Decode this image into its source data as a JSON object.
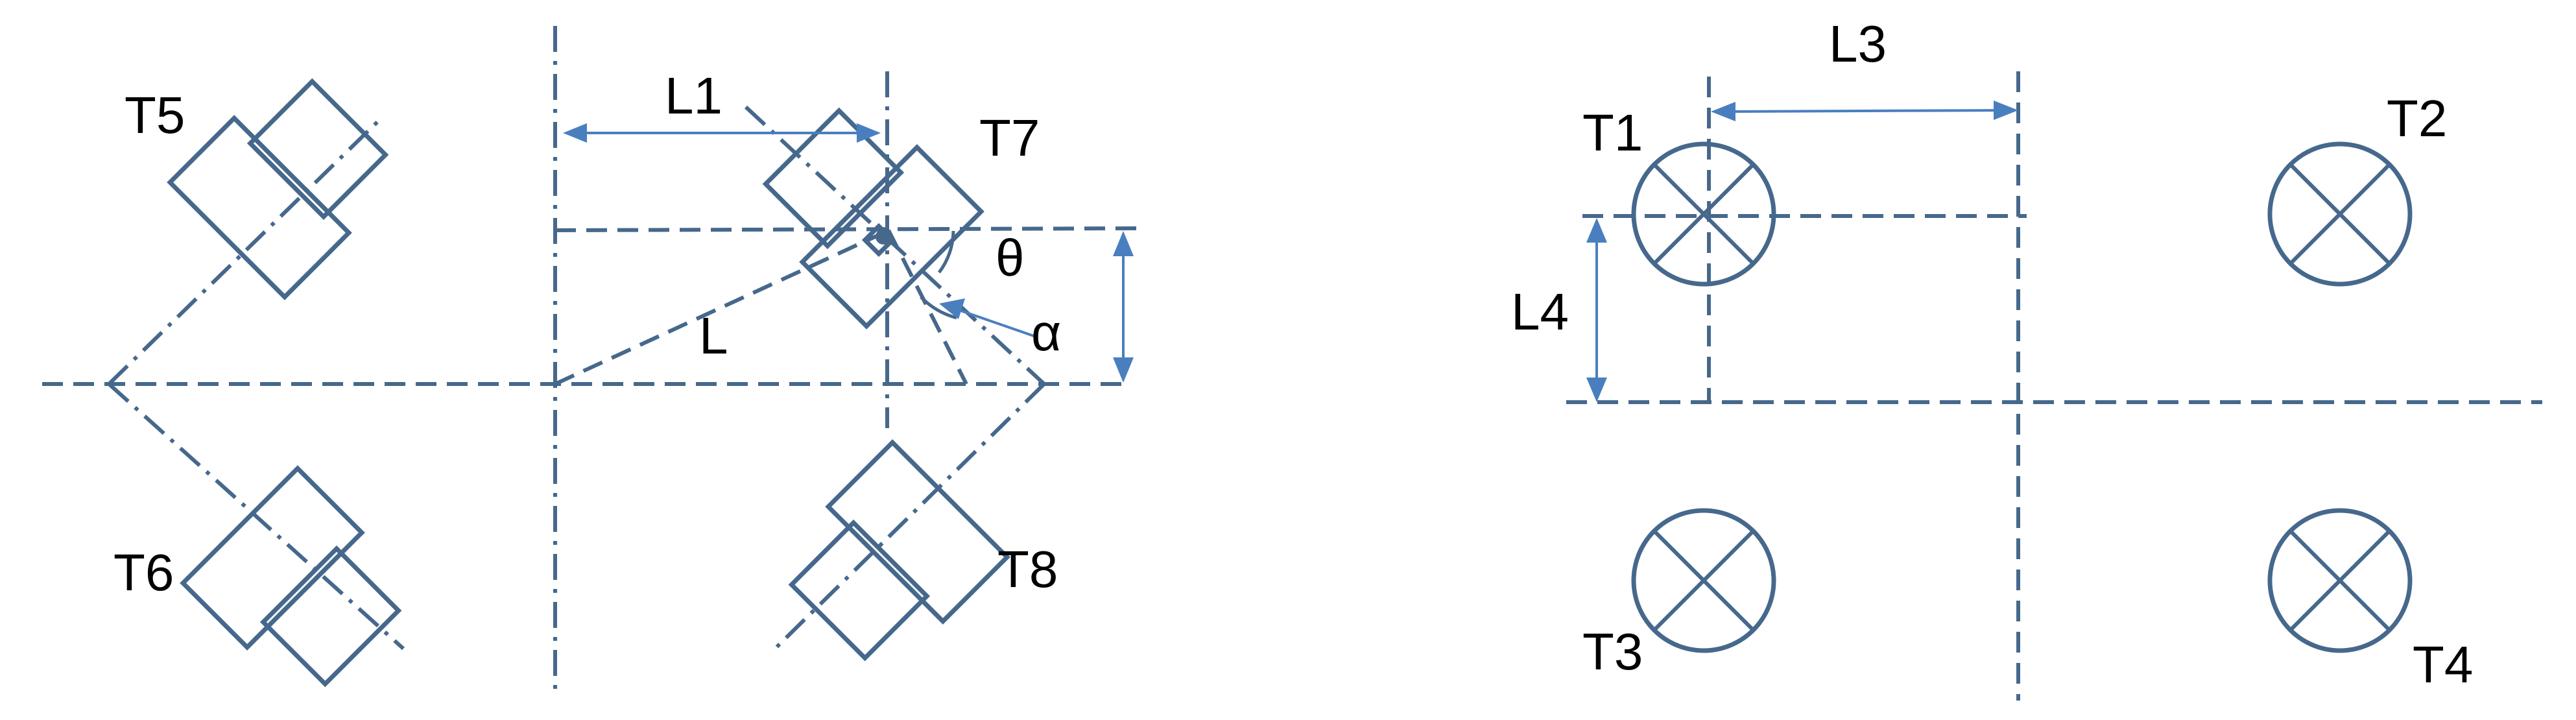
{
  "colors": {
    "line": "#46688c",
    "dimension": "#4a7fbf",
    "text": "#000000",
    "background": "#ffffff"
  },
  "left_figure": {
    "thrusters": [
      "T5",
      "T6",
      "T7",
      "T8"
    ],
    "dimensions": {
      "l1": "L1",
      "l": "L"
    },
    "angles": {
      "theta": "θ",
      "alpha": "α"
    }
  },
  "right_figure": {
    "thrusters": [
      "T1",
      "T2",
      "T3",
      "T4"
    ],
    "dimensions": {
      "l3": "L3",
      "l4": "L4"
    }
  }
}
